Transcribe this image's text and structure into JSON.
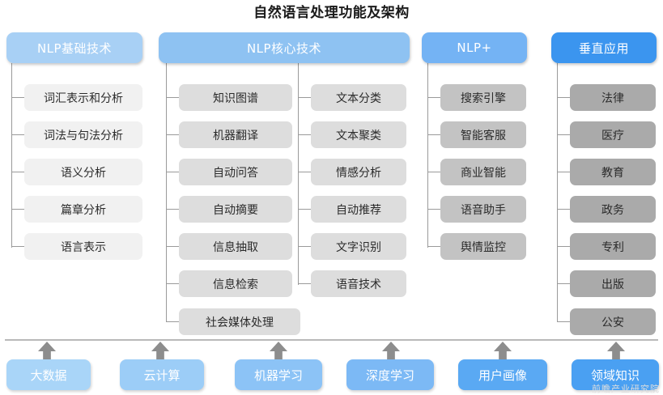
{
  "title": "自然语言处理功能及架构",
  "colors": {
    "header_basic": "#a8d0f5",
    "header_core": "#8ec2f2",
    "header_plus": "#74b3f4",
    "header_vertical": "#3b95ef",
    "box_col1": "#f1f1f1",
    "box_col2": "#dddddd",
    "box_col3": "#c3c3c3",
    "box_col4": "#aaaaaa",
    "connector": "#9a9a9a",
    "divider": "#b9b9b9",
    "arrow": "#8d8d8d"
  },
  "columns": [
    {
      "header": "NLP基础技术",
      "items": [
        "词汇表示和分析",
        "词法与句法分析",
        "语义分析",
        "篇章分析",
        "语言表示"
      ]
    },
    {
      "header": "NLP核心技术",
      "items_left": [
        "知识图谱",
        "机器翻译",
        "自动问答",
        "自动摘要",
        "信息抽取",
        "信息检索"
      ],
      "items_right": [
        "文本分类",
        "文本聚类",
        "情感分析",
        "自动推荐",
        "文字识别",
        "语音技术"
      ],
      "items_wide": [
        "社会媒体处理"
      ]
    },
    {
      "header": "NLP+",
      "items": [
        "搜索引擎",
        "智能客服",
        "商业智能",
        "语音助手",
        "舆情监控"
      ]
    },
    {
      "header": "垂直应用",
      "items": [
        "法律",
        "医疗",
        "教育",
        "政务",
        "专利",
        "出版",
        "公安"
      ]
    }
  ],
  "foundation": {
    "items": [
      {
        "label": "大数据",
        "color": "#a9d5f8"
      },
      {
        "label": "云计算",
        "color": "#9ccdf7"
      },
      {
        "label": "机器学习",
        "color": "#8cc3f6"
      },
      {
        "label": "深度学习",
        "color": "#7cb9f5"
      },
      {
        "label": "用户画像",
        "color": "#5aa9f3"
      },
      {
        "label": "领域知识",
        "color": "#4aa0f2"
      }
    ]
  },
  "watermark": "前瞻产业研究院"
}
